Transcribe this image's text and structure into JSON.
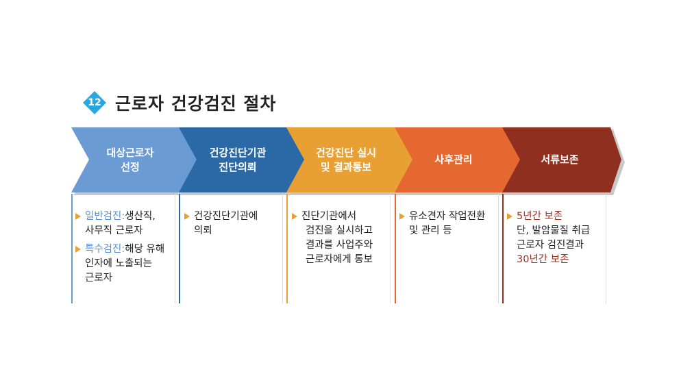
{
  "header": {
    "badge_number": "12",
    "title": "근로자 건강검진 절차"
  },
  "steps": [
    {
      "label": "대상근로자\n선정",
      "color": "#6a9bd2"
    },
    {
      "label": "건강진단기관\n진단의뢰",
      "color": "#2b68a6"
    },
    {
      "label": "건강진단 실시\n및 결과통보",
      "color": "#e8a033"
    },
    {
      "label": "사후관리",
      "color": "#e56830"
    },
    {
      "label": "서류보존",
      "color": "#8f2f1f"
    }
  ],
  "details": {
    "step1": {
      "b1_hl": "일반검진:",
      "b1_text": "생산직,",
      "b1_cont": "사무직 근로자",
      "b2_hl": "특수검진:",
      "b2_text": "해당 유해",
      "b2_cont1": "인자에 노출되는",
      "b2_cont2": "근로자"
    },
    "step2": {
      "line1": "건강진단기관에",
      "line2": "의뢰"
    },
    "step3": {
      "line1": "진단기관에서",
      "line2": "검진을 실시하고",
      "line3": "결과를 사업주와",
      "line4": "근로자에게 통보"
    },
    "step4": {
      "line1": "유소견자 작업전환",
      "line2": "및 관리 등"
    },
    "step5": {
      "line1": "5년간 보존",
      "line2": "단, 발암물질 취급",
      "line3": "근로자 검진결과",
      "line4": "30년간 보존"
    }
  },
  "colors": {
    "bullet": "#e8a030",
    "highlight": "#5b8fd4",
    "retention": "#9a3020",
    "badge": "#29a8e0"
  }
}
